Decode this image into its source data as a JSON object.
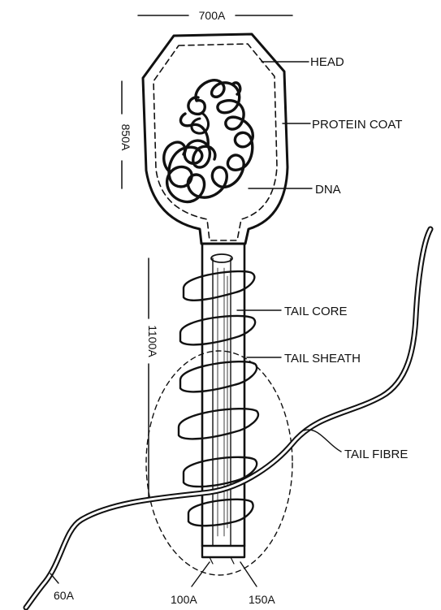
{
  "labels": {
    "head": "HEAD",
    "protein_coat": "PROTEIN COAT",
    "dna": "DNA",
    "tail_core": "TAIL CORE",
    "tail_sheath": "TAIL SHEATH",
    "tail_fibre": "TAIL FIBRE"
  },
  "dimensions": {
    "head_width": "700A",
    "head_height": "850A",
    "tail_length": "1100A",
    "fibre_width": "60A",
    "core_width": "100A",
    "sheath_width": "150A"
  },
  "colors": {
    "ink": "#111111",
    "background": "#ffffff"
  }
}
